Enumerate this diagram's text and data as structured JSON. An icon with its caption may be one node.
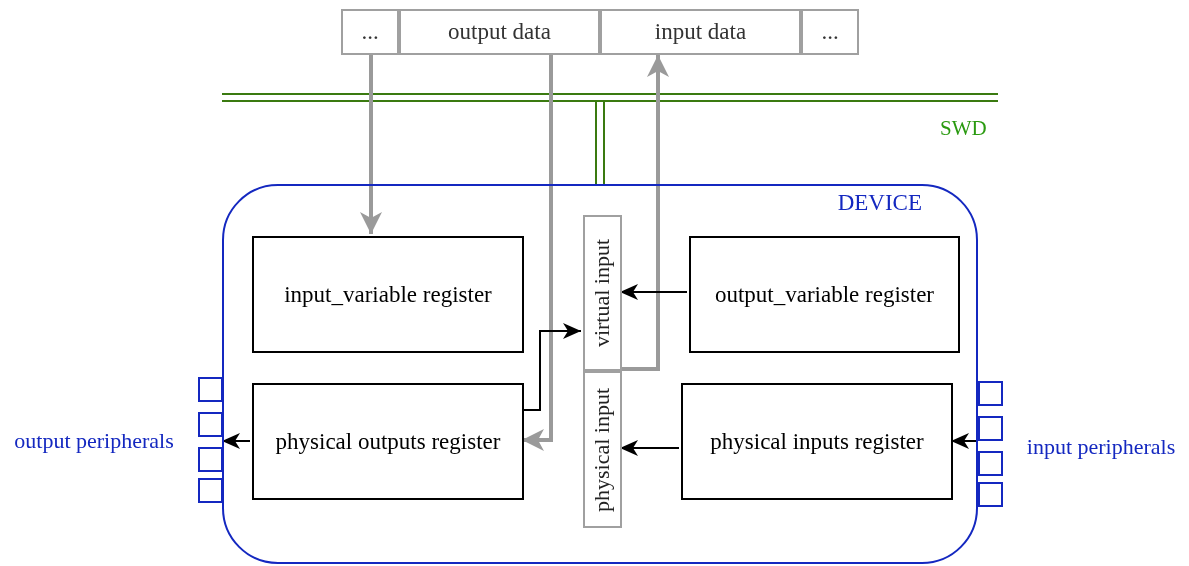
{
  "diagram": {
    "nodes": [
      {
        "text": [
          "..."
        ]
      },
      {
        "text": [
          "output data"
        ]
      },
      {
        "text": [
          "input data"
        ]
      },
      {
        "text": [
          "..."
        ]
      },
      {
        "text": [
          "DEVICE"
        ]
      },
      {
        "text": [
          "input_variable register"
        ],
        "in": 4
      },
      {
        "text": [
          "virtual input"
        ],
        "in": 4
      },
      {
        "text": [
          "output_variable register"
        ],
        "in": 4
      },
      {
        "text": [
          "physical outputs register"
        ],
        "in": 4
      },
      {
        "text": [
          "physical input"
        ],
        "in": 4
      },
      {
        "text": [
          "physical inputs register"
        ],
        "in": 4
      },
      {
        "text": [
          "output peripherals"
        ]
      },
      {
        "text": [
          "input peripherals"
        ]
      }
    ],
    "edges": [
      {
        "from": 0,
        "to": 5,
        "arrow": "to",
        "style": "thick",
        "color": "#9a9a9a"
      },
      {
        "from": 1,
        "to": 8,
        "arrow": "to",
        "style": "thick",
        "color": "#9a9a9a"
      },
      {
        "from": 6,
        "to": 2,
        "arrow": "to",
        "style": "thick",
        "color": "#9a9a9a"
      },
      {
        "from": 7,
        "to": 6,
        "arrow": "to"
      },
      {
        "from": 8,
        "to": 6,
        "arrow": "to"
      },
      {
        "from": 10,
        "to": 9,
        "arrow": "to"
      },
      {
        "from": 8,
        "to": 4,
        "arrow": "to"
      },
      {
        "from": 4,
        "to": 10,
        "arrow": "to"
      }
    ],
    "labels": [
      "SWD"
    ]
  }
}
